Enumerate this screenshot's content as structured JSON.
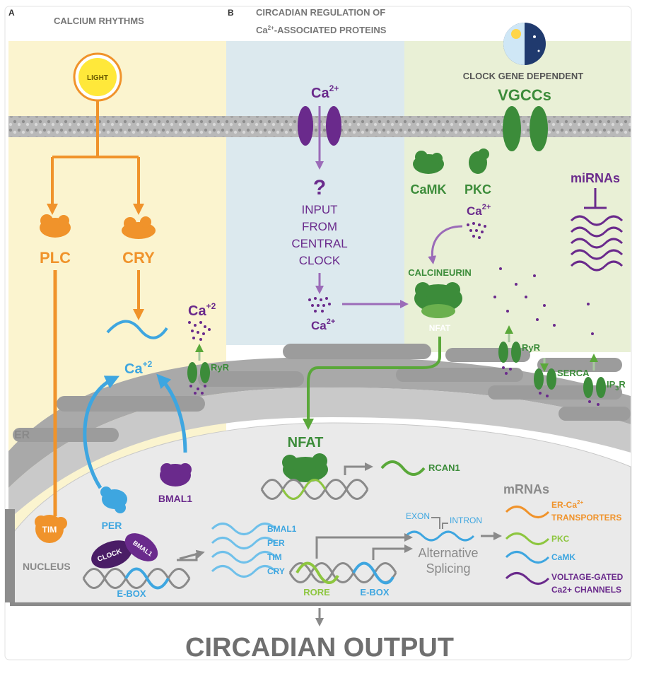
{
  "panels": {
    "a_letter": "A",
    "a_title": "CALCIUM RHYTHMS",
    "b_letter": "B",
    "b_title_line1": "CIRCADIAN REGULATION OF",
    "b_title_line2_prefix": "Ca",
    "b_title_line2_sup": "2+",
    "b_title_line2_suffix": "-ASSOCIATED PROTEINS"
  },
  "panel_a": {
    "light": "LIGHT",
    "plc": "PLC",
    "cry": "CRY",
    "ca_top": "Ca",
    "ca_top_sup": "+2",
    "ca_center": "Ca",
    "ca_center_sup": "+2",
    "ryr": "RyR",
    "er": "ER",
    "tim": "TIM",
    "per": "PER",
    "bmal1": "BMAL1",
    "nucleus": "NUCLEUS",
    "clock": "CLOCK",
    "bmal1_small": "BMAL1",
    "ebox": "E-BOX",
    "output_genes": [
      "BMAL1",
      "PER",
      "TIM",
      "CRY"
    ]
  },
  "panel_b_central": {
    "ca_top": "Ca",
    "ca_top_sup": "2+",
    "question": "?",
    "input_lines": [
      "INPUT",
      "FROM",
      "CENTRAL",
      "CLOCK"
    ],
    "ca_bottom": "Ca",
    "ca_bottom_sup": "2+"
  },
  "panel_b_clock": {
    "clock_gene_dependent": "CLOCK GENE DEPENDENT",
    "vgccs": "VGCCs",
    "camk": "CaMK",
    "pkc": "PKC",
    "mirnas": "miRNAs",
    "ca": "Ca",
    "ca_sup": "2+",
    "calcineurin": "CALCINEURIN",
    "nfat_small": "NFAT",
    "ryr": "RyR",
    "serca": "SERCA",
    "ip3r_prefix": "IP",
    "ip3r_sub": "3",
    "ip3r_suffix": "R"
  },
  "nucleus_b": {
    "nfat": "NFAT",
    "rcan1": "RCAN1",
    "exon": "EXON",
    "intron": "INTRON",
    "alternative_line1": "Alternative",
    "alternative_line2": "Splicing",
    "rore": "RORE",
    "ebox": "E-BOX"
  },
  "legend": {
    "title": "mRNAs",
    "items": [
      {
        "label_line1": "ER-Ca",
        "label_sup": "2+",
        "label_line2": "TRANSPORTERS",
        "color": "#F0932B"
      },
      {
        "label_line1": "PKC",
        "label_sup": "",
        "label_line2": "",
        "color": "#8DC63F"
      },
      {
        "label_line1": "CaMK",
        "label_sup": "",
        "label_line2": "",
        "color": "#3EA6E0"
      },
      {
        "label_line1": "VOLTAGE-GATED",
        "label_sup": "",
        "label_line2": "Ca2+ CHANNELS",
        "color": "#6A2A8C"
      }
    ]
  },
  "footer": {
    "output": "CIRCADIAN OUTPUT"
  },
  "colors": {
    "orange": "#F0932B",
    "purple": "#6A2A8C",
    "green": "#3C8C3A",
    "blue": "#3EA6E0",
    "lime": "#8DC63F",
    "grey": "#9a9a9a"
  },
  "icons": [
    "sun-moon-icon",
    "light-bulb-icon",
    "question-icon"
  ]
}
